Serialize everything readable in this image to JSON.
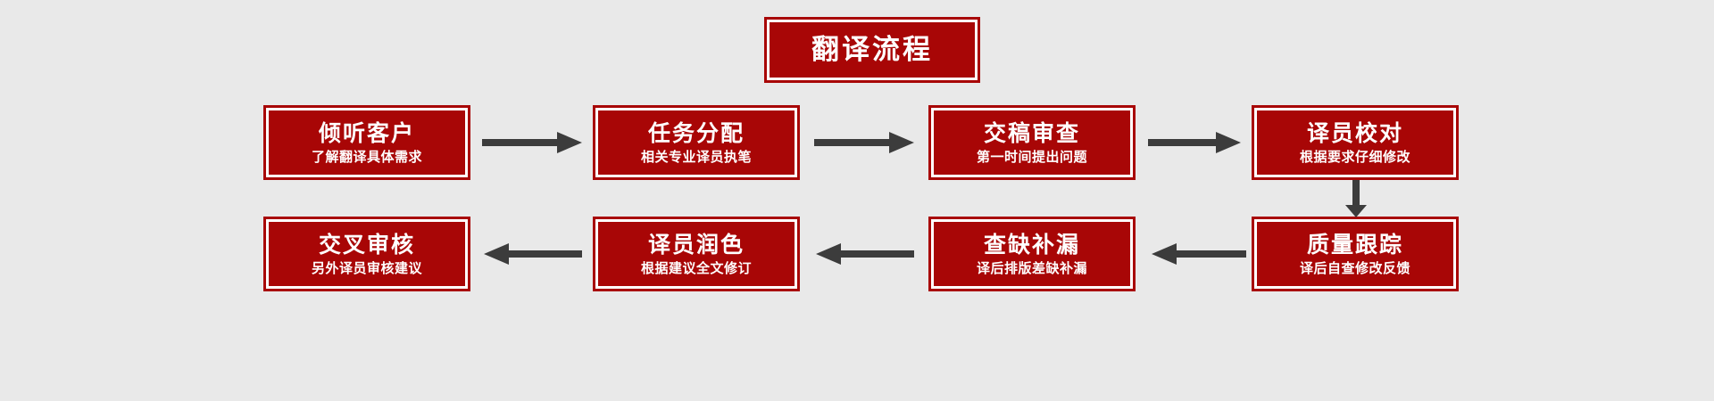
{
  "diagram": {
    "title": "翻译流程",
    "background_color": "#e9e9e9",
    "node_fill_color": "#a80606",
    "node_text_color": "#ffffff",
    "arrow_color": "#3c3c3c",
    "row1": [
      {
        "title": "倾听客户",
        "subtitle": "了解翻译具体需求"
      },
      {
        "title": "任务分配",
        "subtitle": "相关专业译员执笔"
      },
      {
        "title": "交稿审查",
        "subtitle": "第一时间提出问题"
      },
      {
        "title": "译员校对",
        "subtitle": "根据要求仔细修改"
      }
    ],
    "row2": [
      {
        "title": "交叉审核",
        "subtitle": "另外译员审核建议"
      },
      {
        "title": "译员润色",
        "subtitle": "根据建议全文修订"
      },
      {
        "title": "查缺补漏",
        "subtitle": "译后排版差缺补漏"
      },
      {
        "title": "质量跟踪",
        "subtitle": "译后自查修改反馈"
      }
    ],
    "arrows": [
      {
        "name": "arrow-listen-to-assign",
        "direction": "right"
      },
      {
        "name": "arrow-assign-to-review",
        "direction": "right"
      },
      {
        "name": "arrow-review-to-proofread",
        "direction": "right"
      },
      {
        "name": "arrow-proofread-to-quality",
        "direction": "down"
      },
      {
        "name": "arrow-quality-to-gapcheck",
        "direction": "left"
      },
      {
        "name": "arrow-gapcheck-to-polish",
        "direction": "left"
      },
      {
        "name": "arrow-polish-to-crossreview",
        "direction": "left"
      }
    ]
  }
}
